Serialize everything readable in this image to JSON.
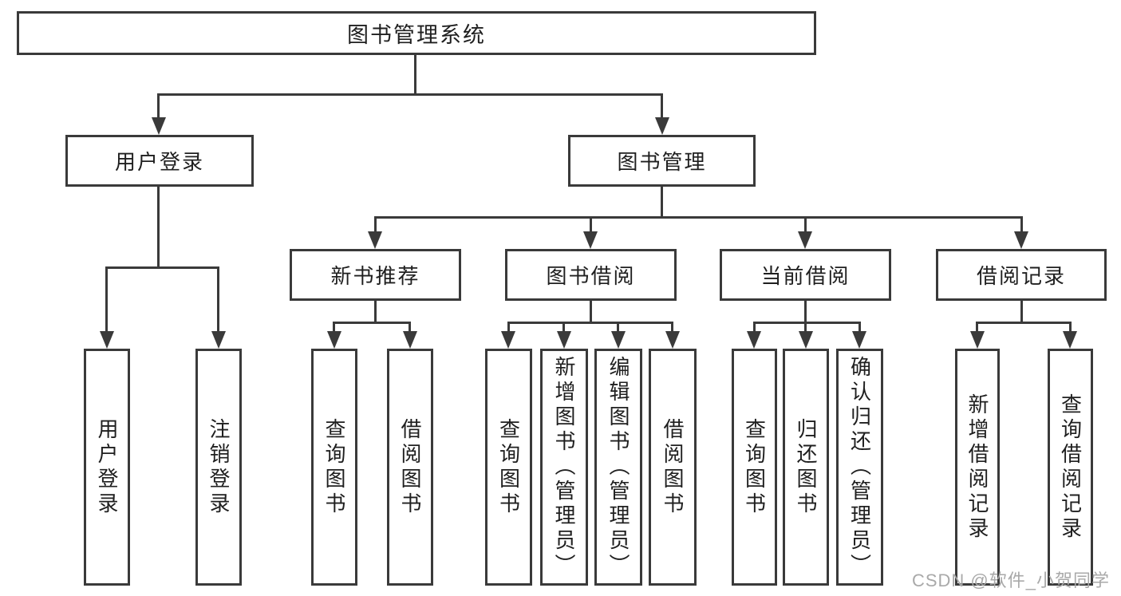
{
  "diagram": {
    "type": "hierarchy-tree",
    "title": "图书管理系统",
    "colors": {
      "background": "#ffffff",
      "line": "#3a3a3a",
      "text": "#1f1f1f",
      "watermark": "#a9a9a9"
    },
    "nodes": {
      "root": {
        "label": "图书管理系统"
      },
      "userLogin": {
        "label": "用户登录",
        "parent": "图书管理系统"
      },
      "bookMgmt": {
        "label": "图书管理",
        "parent": "图书管理系统"
      },
      "newRec": {
        "label": "新书推荐",
        "parent": "图书管理"
      },
      "bookBorrow": {
        "label": "图书借阅",
        "parent": "图书管理"
      },
      "currentBorrow": {
        "label": "当前借阅",
        "parent": "图书管理"
      },
      "borrowRecords": {
        "label": "借阅记录",
        "parent": "图书管理"
      },
      "leaves": [
        {
          "label": "用户登录",
          "parent": "用户登录"
        },
        {
          "label": "注销登录",
          "parent": "用户登录"
        },
        {
          "label": "查询图书",
          "parent": "新书推荐"
        },
        {
          "label": "借阅图书",
          "parent": "新书推荐"
        },
        {
          "label": "查询图书",
          "parent": "图书借阅"
        },
        {
          "label": "新增图书（管理员）",
          "parent": "图书借阅"
        },
        {
          "label": "编辑图书（管理员）",
          "parent": "图书借阅"
        },
        {
          "label": "借阅图书",
          "parent": "图书借阅"
        },
        {
          "label": "查询图书",
          "parent": "当前借阅"
        },
        {
          "label": "归还图书",
          "parent": "当前借阅"
        },
        {
          "label": "确认归还（管理员）",
          "parent": "当前借阅"
        },
        {
          "label": "新增借阅记录",
          "parent": "借阅记录"
        },
        {
          "label": "查询借阅记录",
          "parent": "借阅记录"
        }
      ]
    },
    "watermark": {
      "text": "CSDN @软件_小贺同学"
    }
  }
}
